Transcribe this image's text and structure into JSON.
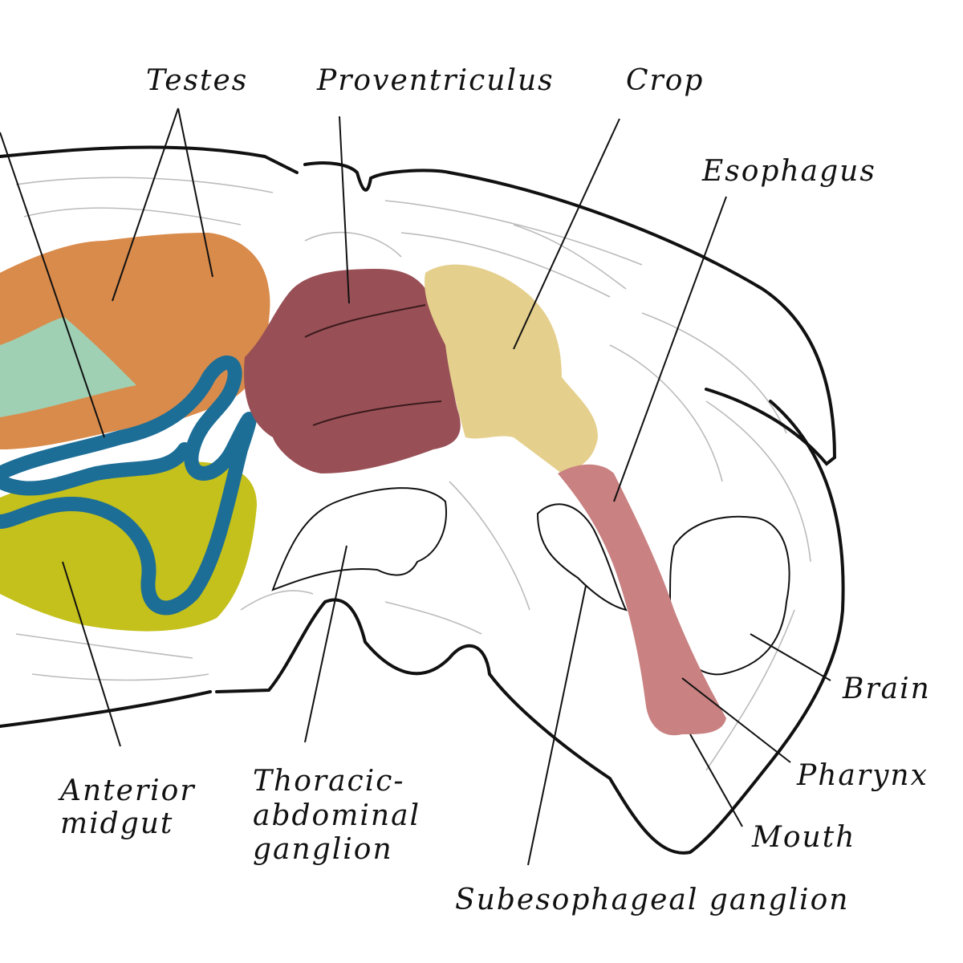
{
  "labels": {
    "testes": "Testes",
    "proventriculus": "Proventriculus",
    "crop": "Crop",
    "esophagus": "Esophagus",
    "brain": "Brain",
    "pharynx": "Pharynx",
    "mouth": "Mouth",
    "subesophageal": "Subesophageal ganglion",
    "thoracic_1": "Thoracic-",
    "thoracic_2": "abdominal",
    "thoracic_3": "ganglion",
    "midgut_1": "Anterior",
    "midgut_2": "midgut"
  },
  "colors": {
    "testes": "#d98b4b",
    "tubule_green": "#9fd0b4",
    "malpighian_blue": "#1d6e97",
    "midgut": "#c4c01c",
    "proventriculus": "#985056",
    "crop": "#e4cf8c",
    "esophagus": "#c98181"
  }
}
